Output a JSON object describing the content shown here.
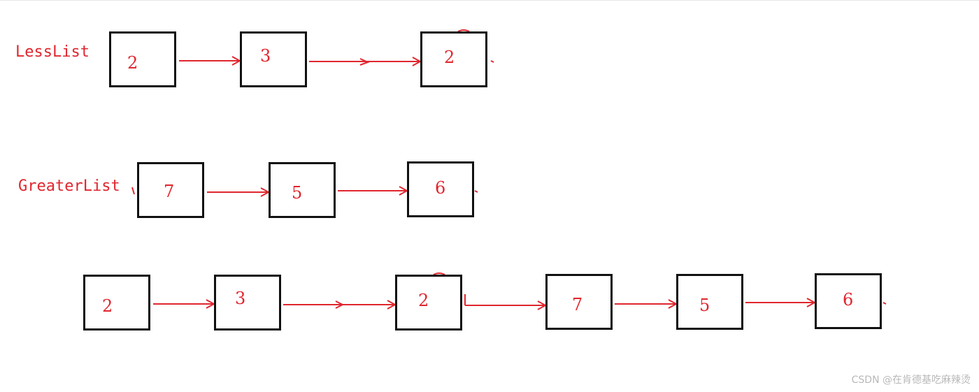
{
  "colors": {
    "accent": "#e0262e",
    "box_border": "#111111",
    "watermark": "#b8b8b8"
  },
  "less_list": {
    "label": "LessList",
    "nodes": [
      {
        "value": "2"
      },
      {
        "value": "3"
      },
      {
        "value": "2"
      }
    ]
  },
  "greater_list": {
    "label": "GreaterList",
    "nodes": [
      {
        "value": "7"
      },
      {
        "value": "5"
      },
      {
        "value": "6"
      }
    ]
  },
  "merged_list": {
    "nodes": [
      {
        "value": "2"
      },
      {
        "value": "3"
      },
      {
        "value": "2"
      },
      {
        "value": "7"
      },
      {
        "value": "5"
      },
      {
        "value": "6"
      }
    ]
  },
  "watermark": "CSDN @在肯德基吃麻辣烫"
}
